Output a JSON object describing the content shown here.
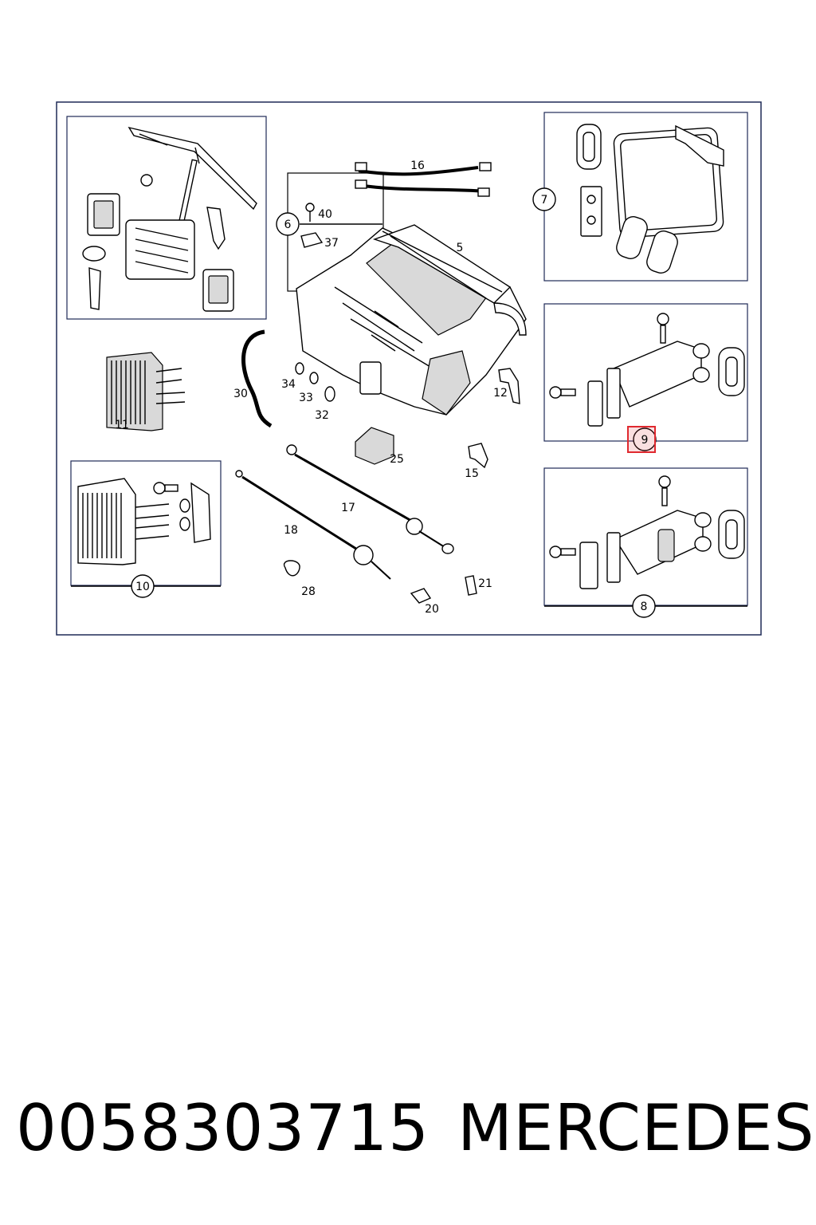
{
  "callouts": {
    "c5": "5",
    "c6": "6",
    "c7": "7",
    "c8": "8",
    "c9": "9",
    "c10": "10",
    "c11": "11",
    "c12": "12",
    "c15": "15",
    "c16": "16",
    "c17": "17",
    "c18": "18",
    "c20": "20",
    "c21": "21",
    "c25": "25",
    "c28": "28",
    "c30": "30",
    "c32": "32",
    "c33": "33",
    "c34": "34",
    "c37": "37",
    "c40": "40"
  },
  "highlight": {
    "callout": "9",
    "color": "#e0292f"
  },
  "footer": {
    "part_number": "0058303715",
    "brand": "MERCEDES"
  }
}
